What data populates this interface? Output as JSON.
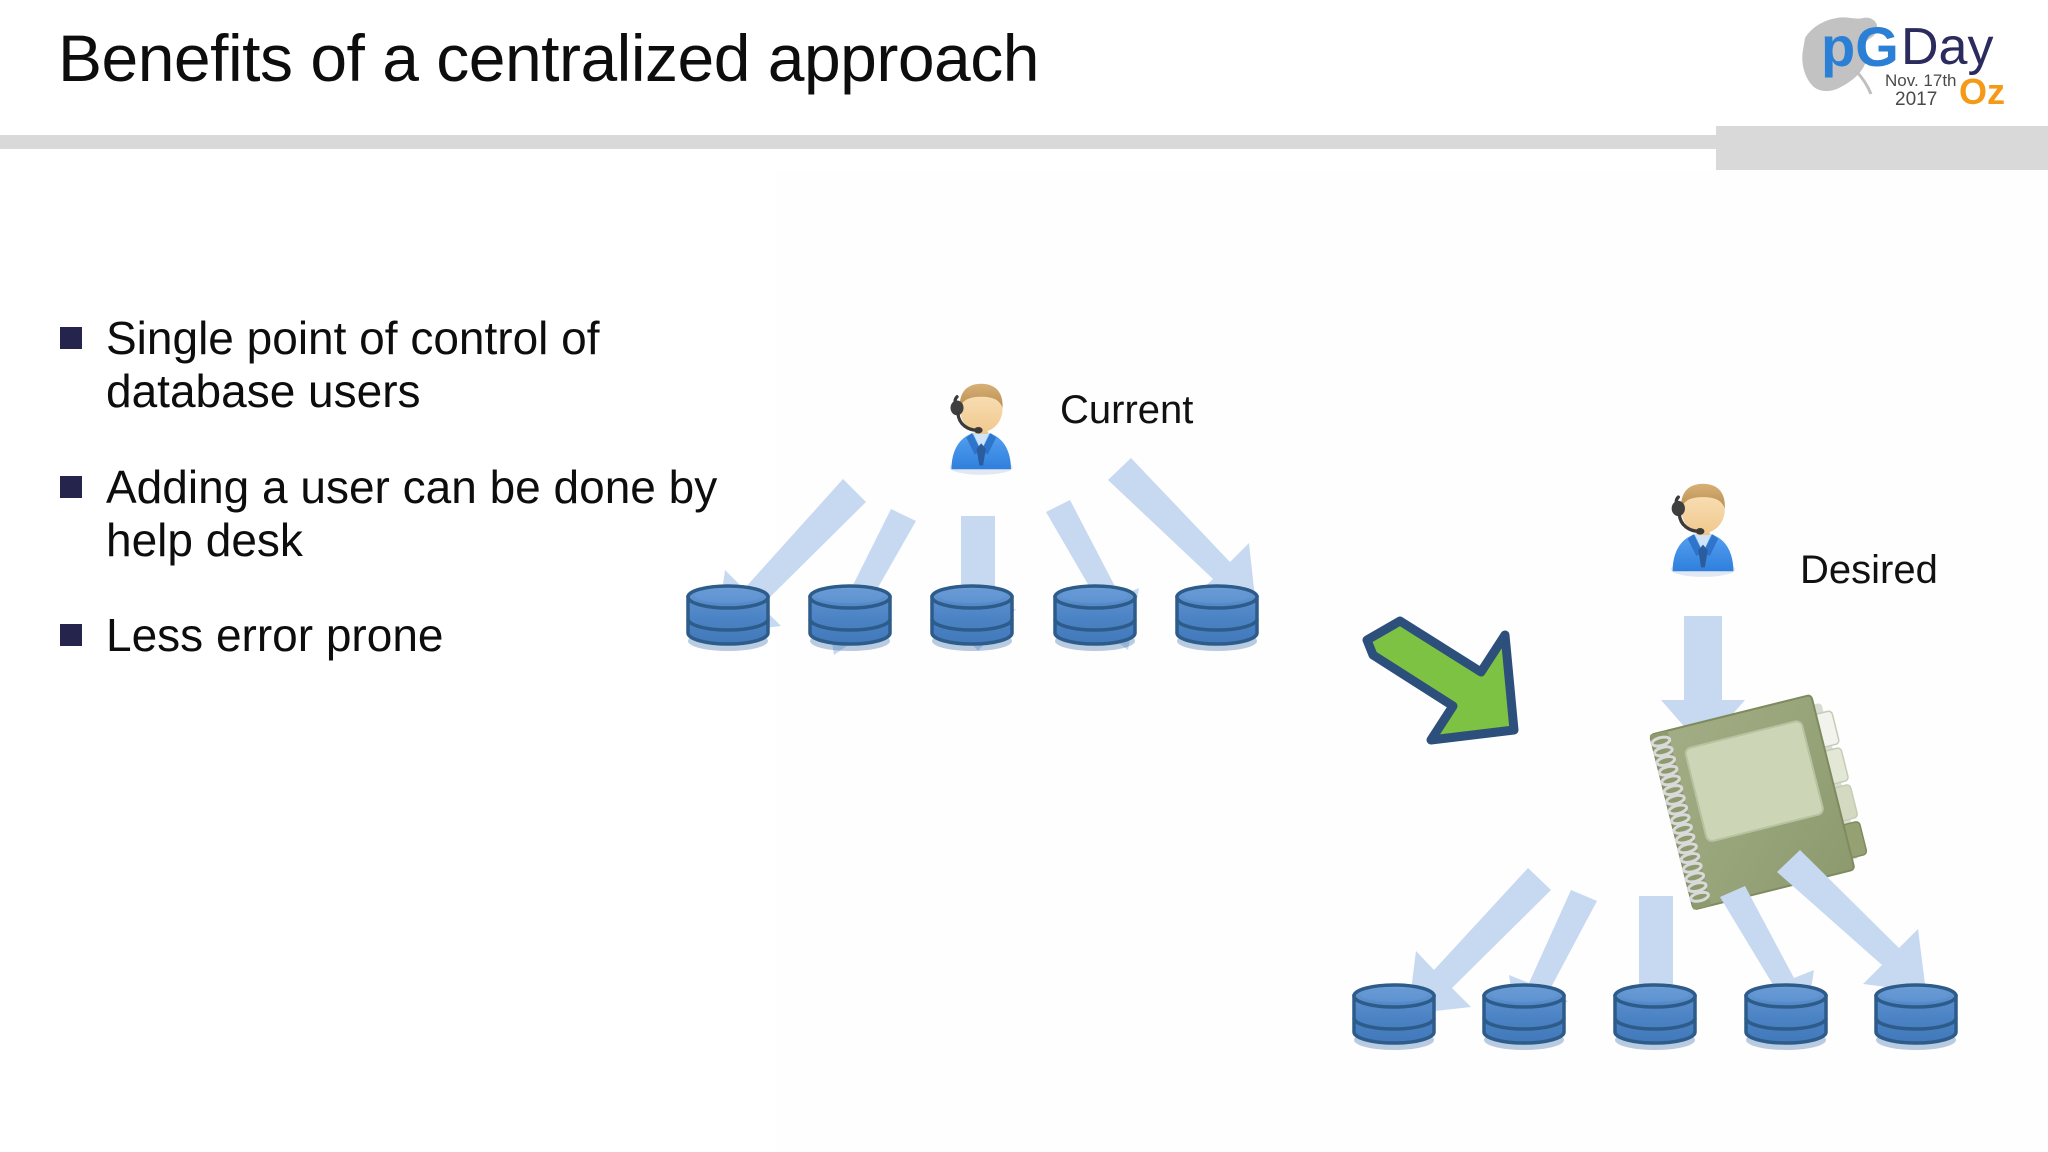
{
  "slide": {
    "title": "Benefits of a centralized approach",
    "background_color": "#ffffff",
    "header_rule_color": "#d9d9d9",
    "bullet_marker_color": "#24244d",
    "text_color": "#0d0d0d"
  },
  "logo": {
    "name": "pgday-oz-logo",
    "pg_text": "pG",
    "day_text": "Day",
    "date_line1": "Nov. 17th",
    "date_line2": "2017",
    "oz_text": "Oz",
    "pg_color": "#2b7fd4",
    "g_color": "#3a73c4",
    "day_color": "#2b2b5e",
    "oz_color": "#f49a17",
    "date_color": "#4a4a4a",
    "map_color": "#bfbfbf"
  },
  "bullets": [
    {
      "text": "Single point of control of database users"
    },
    {
      "text": "Adding a user can be done by help desk"
    },
    {
      "text": "Less error prone"
    }
  ],
  "diagram": {
    "current": {
      "label": "Current",
      "actor_icon": "support-person-icon",
      "database_count": 5,
      "arrow_count": 5
    },
    "desired": {
      "label": "Desired",
      "actor_icon": "support-person-icon",
      "directory_icon": "spiral-notebook-icon",
      "database_count": 5,
      "arrow_count_down": 1,
      "arrow_count_fanout": 5
    },
    "transition_arrow": {
      "name": "green-bent-arrow-icon",
      "fill_color": "#7dc242",
      "stroke_color": "#2d4f7c"
    },
    "colors": {
      "arrow_fill": "#c6d9f0",
      "db_body": "#4a82c4",
      "db_top": "#5e93d0",
      "db_stroke": "#2e5c8a",
      "notebook_cover": "#9aa67a",
      "notebook_label": "#c9d3b4",
      "notebook_spiral": "#e6e6e6",
      "person_skin": "#f6d7a8",
      "person_hair": "#c9a063",
      "person_suit": "#3d8fe8",
      "person_suit_dark": "#2a6fc4",
      "headset": "#3a3a3a"
    }
  }
}
